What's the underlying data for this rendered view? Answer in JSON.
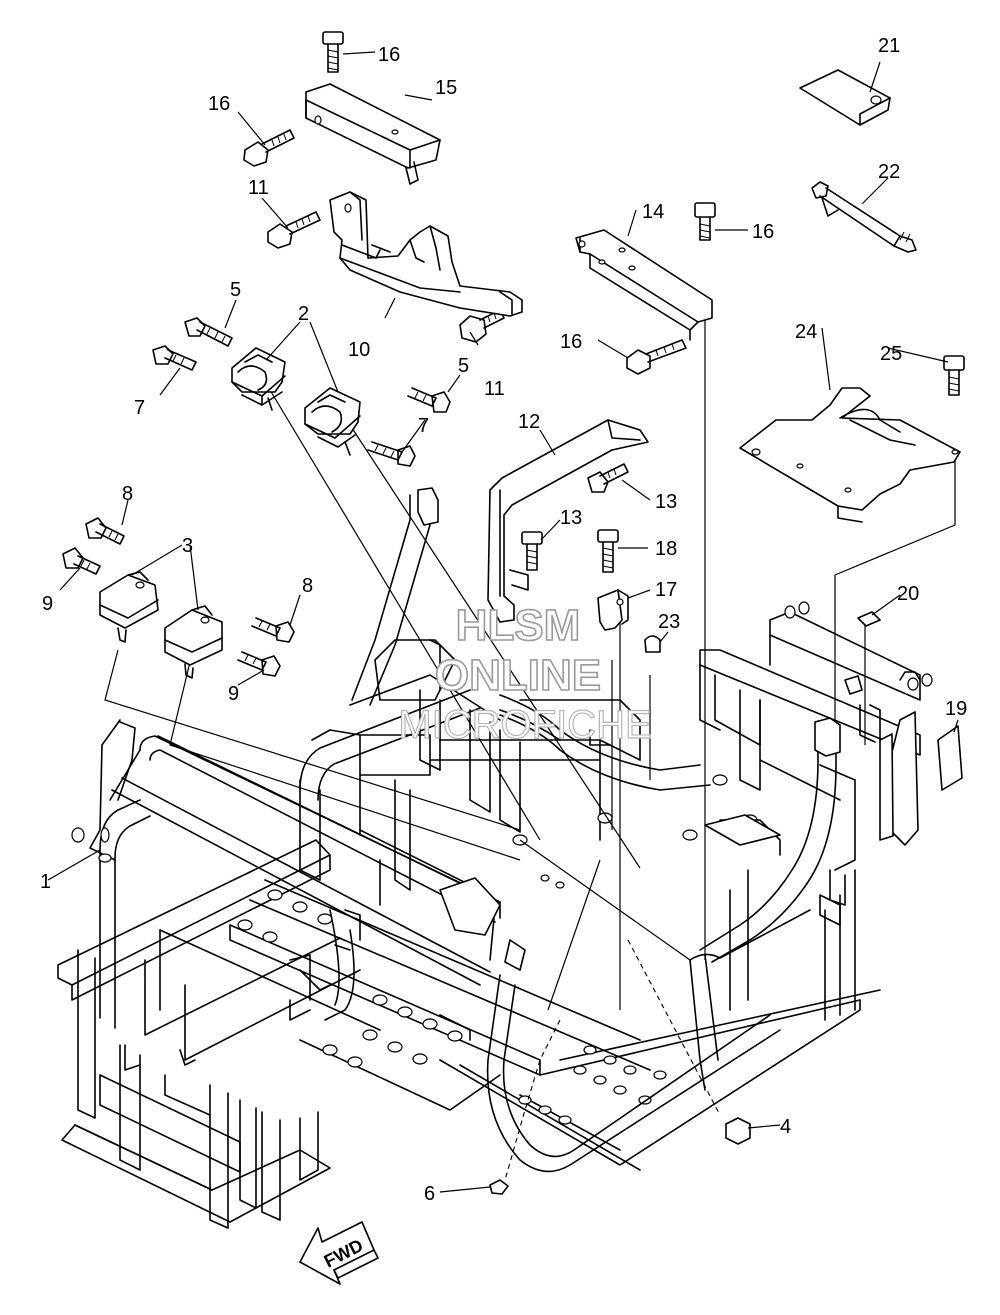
{
  "callouts": {
    "c1": "1",
    "c2": "2",
    "c3": "3",
    "c4": "4",
    "c5a": "5",
    "c5b": "5",
    "c6": "6",
    "c7a": "7",
    "c7b": "7",
    "c8a": "8",
    "c8b": "8",
    "c9a": "9",
    "c9b": "9",
    "c10": "10",
    "c11a": "11",
    "c11b": "11",
    "c12": "12",
    "c13a": "13",
    "c13b": "13",
    "c14": "14",
    "c15": "15",
    "c16a": "16",
    "c16b": "16",
    "c16c": "16",
    "c16d": "16",
    "c17": "17",
    "c18": "18",
    "c19": "19",
    "c20": "20",
    "c21": "21",
    "c22": "22",
    "c23": "23",
    "c24": "24",
    "c25": "25"
  },
  "watermark": {
    "line1": "HLSM",
    "line2": "ONLINE",
    "line3": "MICROFICHE"
  },
  "fwd_label": "FWD"
}
